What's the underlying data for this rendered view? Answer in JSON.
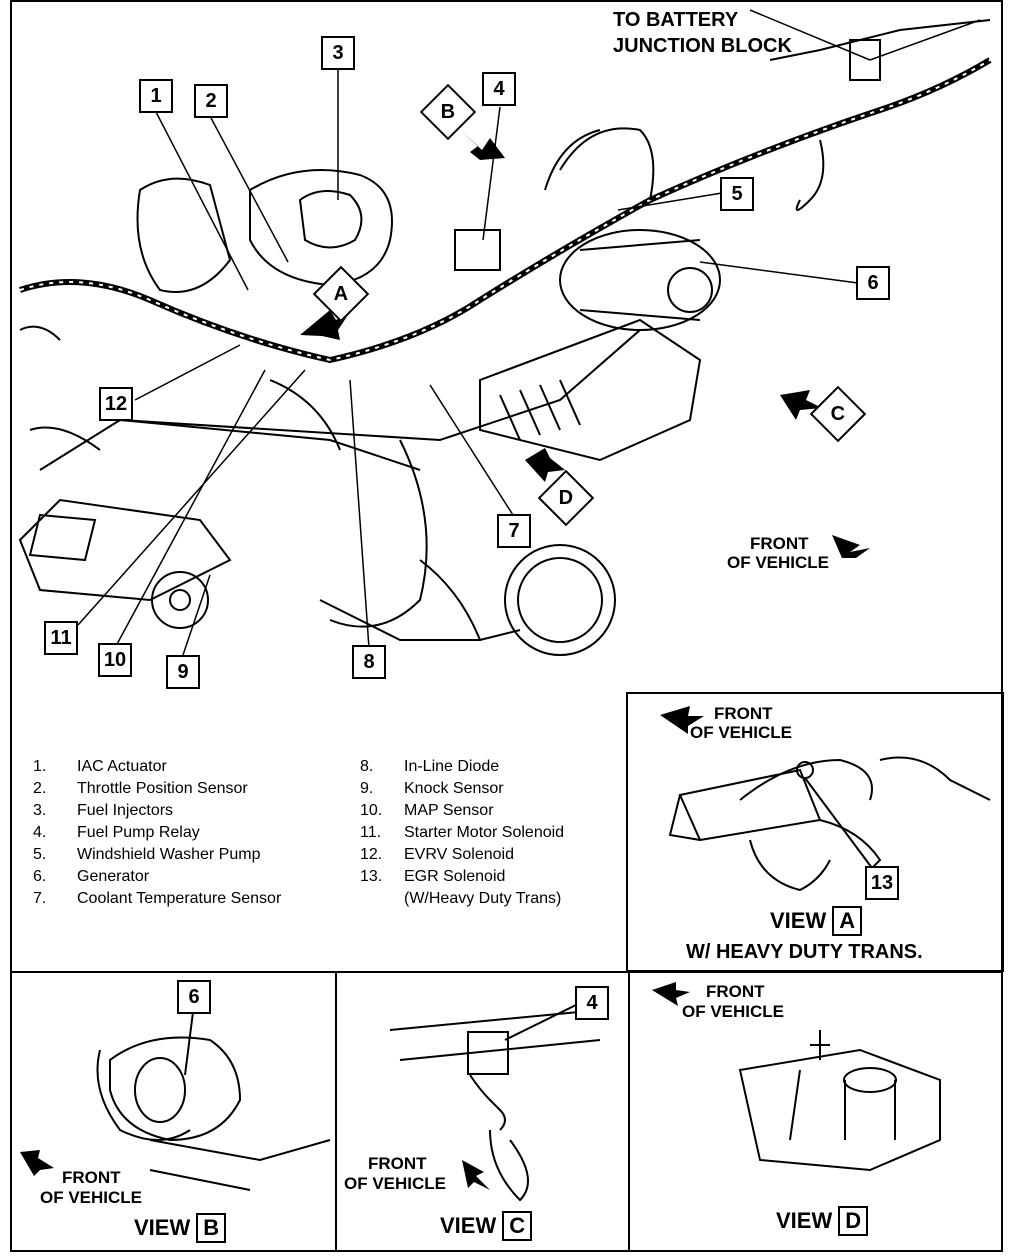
{
  "callouts": {
    "c1": "1",
    "c2": "2",
    "c3": "3",
    "c4": "4",
    "c5": "5",
    "c6": "6",
    "c7": "7",
    "c8": "8",
    "c9": "9",
    "c10": "10",
    "c11": "11",
    "c12": "12"
  },
  "main": {
    "battery_label_1": "TO BATTERY",
    "battery_label_2": "JUNCTION BLOCK",
    "view_markers": {
      "a": "A",
      "b": "B",
      "c": "C",
      "d": "D"
    },
    "front_label_1": "FRONT",
    "front_label_2": "OF VEHICLE"
  },
  "legend": {
    "left": [
      {
        "num": "1.",
        "label": "IAC Actuator"
      },
      {
        "num": "2.",
        "label": "Throttle Position Sensor"
      },
      {
        "num": "3.",
        "label": "Fuel Injectors"
      },
      {
        "num": "4.",
        "label": "Fuel Pump Relay"
      },
      {
        "num": "5.",
        "label": "Windshield Washer Pump"
      },
      {
        "num": "6.",
        "label": "Generator"
      },
      {
        "num": "7.",
        "label": "Coolant Temperature Sensor"
      }
    ],
    "right": [
      {
        "num": "8.",
        "label": "In-Line Diode"
      },
      {
        "num": "9.",
        "label": "Knock Sensor"
      },
      {
        "num": "10.",
        "label": "MAP Sensor"
      },
      {
        "num": "11.",
        "label": "Starter Motor Solenoid"
      },
      {
        "num": "12.",
        "label": "EVRV Solenoid"
      },
      {
        "num": "13.",
        "label": "EGR Solenoid"
      },
      {
        "num": "",
        "label": "(W/Heavy Duty Trans)"
      }
    ]
  },
  "view_a": {
    "front_1": "FRONT",
    "front_2": "OF VEHICLE",
    "callout": "13",
    "view_word": "VIEW",
    "view_letter": "A",
    "caption": "W/ HEAVY DUTY TRANS."
  },
  "view_b": {
    "callout": "6",
    "front_1": "FRONT",
    "front_2": "OF VEHICLE",
    "view_word": "VIEW",
    "view_letter": "B"
  },
  "view_c": {
    "callout": "4",
    "front_1": "FRONT",
    "front_2": "OF VEHICLE",
    "view_word": "VIEW",
    "view_letter": "C"
  },
  "view_d": {
    "front_1": "FRONT",
    "front_2": "OF VEHICLE",
    "view_word": "VIEW",
    "view_letter": "D"
  }
}
